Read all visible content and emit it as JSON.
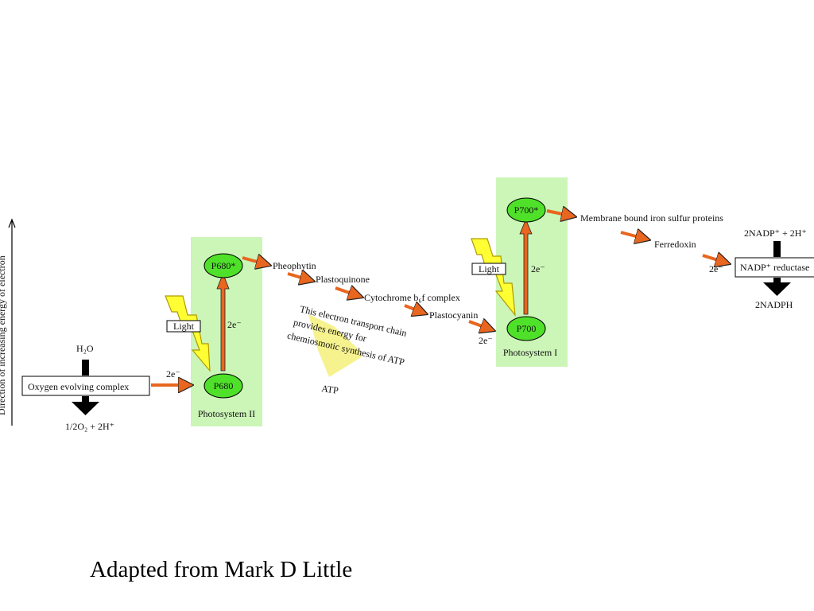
{
  "axis": {
    "label": "Direction of increasing energy of electron"
  },
  "water": {
    "input": "H₂O",
    "complex": "Oxygen evolving complex",
    "products": "1/2O₂ + 2H⁺",
    "electrons": "2e⁻"
  },
  "photosystem_ii": {
    "label": "Photosystem II",
    "ground": "P680",
    "excited": "P680*",
    "light": "Light",
    "electrons": "2e⁻"
  },
  "chain": {
    "carriers": [
      "Pheophytin",
      "Plastoquinone",
      "Cytochrome b₆f complex",
      "Plastocyanin"
    ],
    "note": [
      "This electron transport chain",
      "provides energy for",
      "chemiosmotic synthesis of ATP"
    ],
    "product": "ATP"
  },
  "photosystem_i": {
    "label": "Photosystem I",
    "ground": "P700",
    "excited": "P700*",
    "light": "Light",
    "electrons_in": "2e⁻",
    "electrons_up": "2e⁻"
  },
  "nadp": {
    "iron_sulfur": "Membrane bound iron sulfur proteins",
    "ferredoxin": "Ferredoxin",
    "inputs": "2NADP⁺ + 2H⁺",
    "reductase": "NADP⁺ reductase",
    "electrons": "2e⁻",
    "product": "2NADPH"
  },
  "colors": {
    "photosystem_bg": "#ccf5b8",
    "node_fill": "#4fe12a",
    "arrow_orange": "#e8661f",
    "light_yellow": "#ffff33",
    "atp_yellow": "#f5f07a"
  },
  "credit": "Adapted from Mark D Little"
}
